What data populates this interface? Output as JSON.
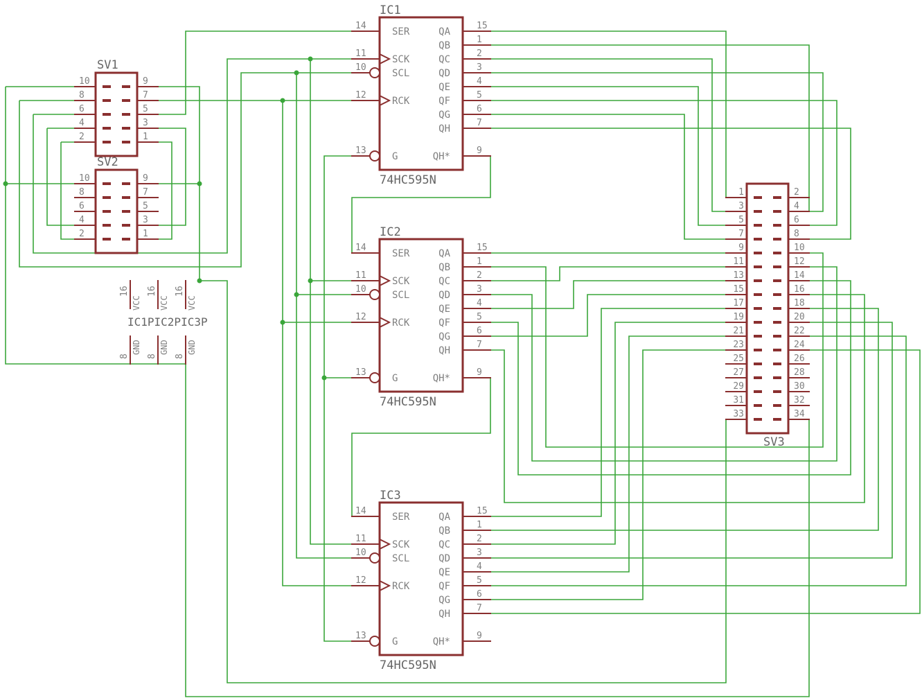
{
  "colors": {
    "background": "#ffffff",
    "wire": "#3aa63a",
    "part": "#8a2f2f",
    "pin_number": "#7f7f7f",
    "label": "#666666"
  },
  "chips": [
    {
      "name": "IC1",
      "value": "74HC595N"
    },
    {
      "name": "IC2",
      "value": "74HC595N"
    },
    {
      "name": "IC3",
      "value": "74HC595N"
    }
  ],
  "chip_left_pins": [
    {
      "num": "14",
      "label": "SER"
    },
    {
      "num": "11",
      "label": "SCK"
    },
    {
      "num": "10",
      "label": "SCL"
    },
    {
      "num": "12",
      "label": "RCK"
    },
    {
      "num": "13",
      "label": "G"
    }
  ],
  "chip_right_pins": [
    {
      "num": "15",
      "label": "QA"
    },
    {
      "num": "1",
      "label": "QB"
    },
    {
      "num": "2",
      "label": "QC"
    },
    {
      "num": "3",
      "label": "QD"
    },
    {
      "num": "4",
      "label": "QE"
    },
    {
      "num": "5",
      "label": "QF"
    },
    {
      "num": "6",
      "label": "QG"
    },
    {
      "num": "7",
      "label": "QH"
    },
    {
      "num": "9",
      "label": "QH*"
    }
  ],
  "headers": [
    {
      "name": "SV1",
      "left": [
        "10",
        "8",
        "6",
        "4",
        "2"
      ],
      "right": [
        "9",
        "7",
        "5",
        "3",
        "1"
      ]
    },
    {
      "name": "SV2",
      "left": [
        "10",
        "8",
        "6",
        "4",
        "2"
      ],
      "right": [
        "9",
        "7",
        "5",
        "3",
        "1"
      ]
    }
  ],
  "big_header": {
    "name": "SV3",
    "left": [
      "1",
      "3",
      "5",
      "7",
      "9",
      "11",
      "13",
      "15",
      "17",
      "19",
      "21",
      "23",
      "25",
      "27",
      "29",
      "31",
      "33"
    ],
    "right": [
      "2",
      "4",
      "6",
      "8",
      "10",
      "12",
      "14",
      "16",
      "18",
      "20",
      "22",
      "24",
      "26",
      "28",
      "30",
      "32",
      "34"
    ]
  },
  "power": {
    "vcc_pin": "16",
    "vcc_label": "VCC",
    "gnd_pin": "8",
    "gnd_label": "GND",
    "group_label": "IC1PIC2PIC3P"
  }
}
